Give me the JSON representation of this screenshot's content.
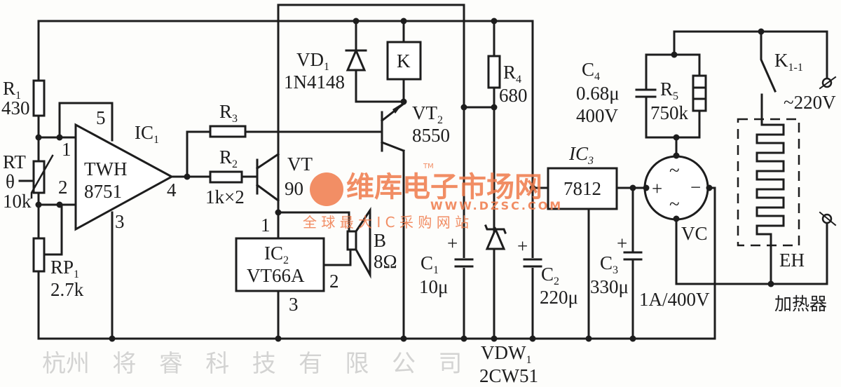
{
  "components": {
    "R1": {
      "name": "R",
      "sub": "1",
      "value": "430"
    },
    "RT": {
      "name": "RT",
      "symbol": "θ",
      "value": "10k"
    },
    "RP1": {
      "name": "RP",
      "sub": "1",
      "value": "2.7k"
    },
    "IC1": {
      "name": "IC",
      "sub": "1",
      "line1": "TWH",
      "line2": "8751",
      "pins": [
        "1",
        "2",
        "3",
        "4",
        "5"
      ]
    },
    "R3": {
      "name": "R",
      "sub": "3"
    },
    "R2": {
      "name": "R",
      "sub": "2",
      "value": "1k×2"
    },
    "VT1": {
      "name": "VT",
      "value": "90"
    },
    "IC2": {
      "name": "IC",
      "sub": "2",
      "value": "VT66A",
      "pins": [
        "1",
        "2",
        "3"
      ]
    },
    "B": {
      "name": "B",
      "value": "8Ω"
    },
    "VD1": {
      "name": "VD",
      "sub": "1",
      "value": "1N4148"
    },
    "K": {
      "name": "K"
    },
    "VT2": {
      "name": "VT",
      "sub": "2",
      "value": "8550"
    },
    "R4": {
      "name": "R",
      "sub": "4",
      "value": "680"
    },
    "C1": {
      "name": "C",
      "sub": "1",
      "value": "10μ"
    },
    "VDW1": {
      "name": "VDW",
      "sub": "1",
      "value": "2CW51"
    },
    "C2": {
      "name": "C",
      "sub": "2",
      "value": "220μ"
    },
    "IC3": {
      "name": "IC",
      "sub": "3",
      "value": "7812"
    },
    "C3": {
      "name": "C",
      "sub": "3",
      "value": "330μ"
    },
    "C4": {
      "name": "C",
      "sub": "4",
      "value": "0.68μ",
      "rating": "400V"
    },
    "R5": {
      "name": "R",
      "sub": "5",
      "value": "750k"
    },
    "VC": {
      "name": "VC",
      "value": "1A/400V"
    },
    "K11": {
      "name": "K",
      "sub": "1-1"
    },
    "supply": {
      "value": "~220V"
    },
    "EH": {
      "name": "EH",
      "desc": "加热器"
    }
  },
  "polarity": {
    "plus": "+",
    "minus": "−",
    "ac": "~"
  },
  "watermark": {
    "brand": "维库电子市场网",
    "url": "WWW.DZSC.COM",
    "tm": "TM",
    "slogan": "全 球 最 大 I C 采 购 网 站",
    "company": "杭州   将   睿   科   技   有   限   公   司"
  }
}
